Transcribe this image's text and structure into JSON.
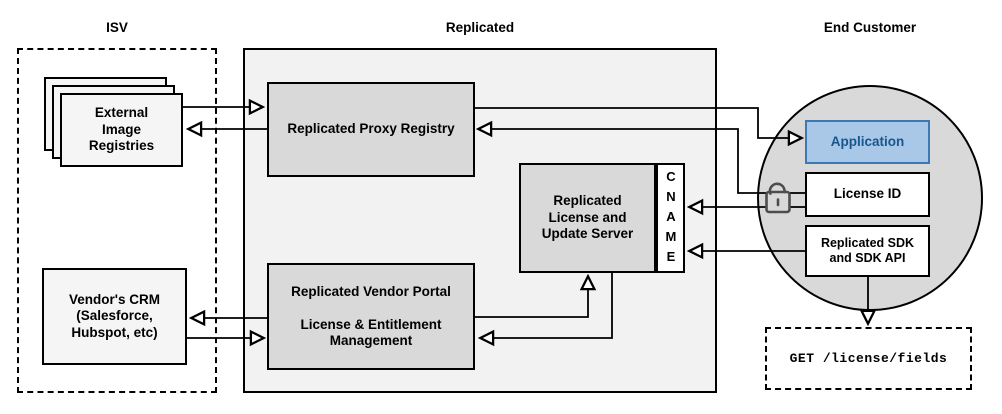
{
  "sections": {
    "isv_label": "ISV",
    "replicated_label": "Replicated",
    "end_customer_label": "End Customer"
  },
  "nodes": {
    "external_image_registries": "External\nImage\nRegistries",
    "vendors_crm": "Vendor's CRM\n(Salesforce,\nHubspot, etc)",
    "replicated_proxy_registry": "Replicated Proxy Registry",
    "replicated_license_update_server": "Replicated\nLicense and\nUpdate Server",
    "cname": "CNAME",
    "replicated_vendor_portal": "Replicated Vendor Portal\n\nLicense & Entitlement\nManagement",
    "application": "Application",
    "license_id": "License ID",
    "replicated_sdk": "Replicated SDK\nand SDK API",
    "get_endpoint": "GET /license/fields"
  },
  "icons": {
    "lock": "open-padlock-icon"
  },
  "colors": {
    "application_fill": "#A9C7E7",
    "application_border": "#3C78B4",
    "application_text": "#17578F",
    "node_gray_fill": "#D9D9D9",
    "container_gray_fill": "#F2F2F2",
    "light_box_fill": "#F5F5F5",
    "line_color": "#000000",
    "lock_color": "#4D4D4D"
  }
}
